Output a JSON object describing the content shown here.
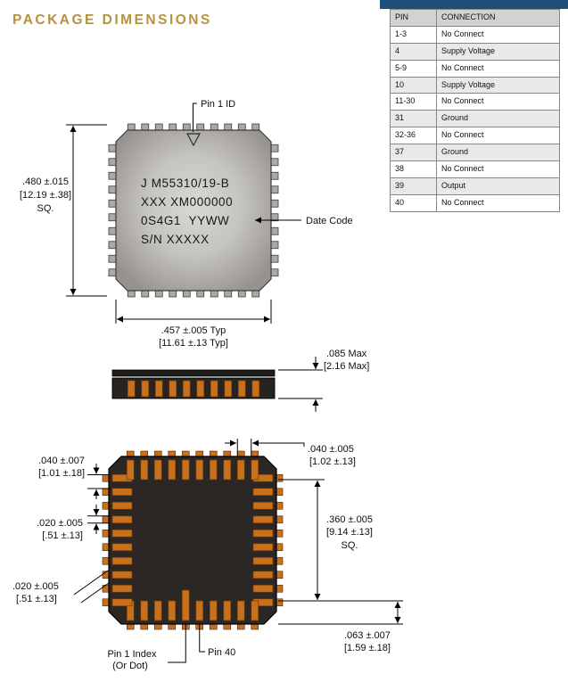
{
  "page": {
    "title": "PACKAGE DIMENSIONS"
  },
  "colors": {
    "title_gold": "#B5923C",
    "header_bar_blue": "#1F4E79",
    "pad_orange": "#C8701C",
    "package_dark": "#2A2724",
    "chip_gray": "#C2C0BC"
  },
  "pin_table": {
    "headers": {
      "pin": "PIN",
      "connection": "CONNECTION"
    },
    "rows": [
      {
        "pin": "1-3",
        "connection": "No Connect"
      },
      {
        "pin": "4",
        "connection": "Supply Voltage"
      },
      {
        "pin": "5-9",
        "connection": "No Connect"
      },
      {
        "pin": "10",
        "connection": "Supply Voltage"
      },
      {
        "pin": "11-30",
        "connection": "No Connect"
      },
      {
        "pin": "31",
        "connection": "Ground"
      },
      {
        "pin": "32-36",
        "connection": "No Connect"
      },
      {
        "pin": "37",
        "connection": "Ground"
      },
      {
        "pin": "38",
        "connection": "No Connect"
      },
      {
        "pin": "39",
        "connection": "Output"
      },
      {
        "pin": "40",
        "connection": "No Connect"
      }
    ]
  },
  "top_view": {
    "pin1_id_label": "Pin 1 ID",
    "marking_line1": "J M55310/19-B",
    "marking_line2": "XXX XM000000",
    "marking_line3": "0S4G1  YYWW",
    "marking_line4": "S/N XXXXX",
    "date_code_label": "Date Code",
    "dim_size_in": ".480 ±.015",
    "dim_size_mm": "[12.19 ±.38]",
    "dim_size_sq": "SQ.",
    "dim_pad_span_in": ".457 ±.005 Typ",
    "dim_pad_span_mm": "[11.61 ±.13 Typ]"
  },
  "side_view": {
    "dim_height_in": ".085 Max",
    "dim_height_mm": "[2.16 Max]"
  },
  "bottom_view": {
    "dim_pitch_in": ".040 ±.005",
    "dim_pitch_mm": "[1.02 ±.13]",
    "dim_edge_in": ".040 ±.007",
    "dim_edge_mm": "[1.01 ±.18]",
    "dim_pad_width_in": ".020 ±.005",
    "dim_pad_width_mm": "[.51 ±.13]",
    "dim_inner_in": ".360 ±.005",
    "dim_inner_mm": "[9.14 ±.13]",
    "dim_inner_sq": "SQ.",
    "dim_pad_width2_in": ".020 ±.005",
    "dim_pad_width2_mm": "[.51 ±.13]",
    "dim_corner_in": ".063 ±.007",
    "dim_corner_mm": "[1.59 ±.18]",
    "pin1_index_label": "Pin 1 Index",
    "pin1_index_label2": "(Or Dot)",
    "pin40_label": "Pin 40"
  }
}
